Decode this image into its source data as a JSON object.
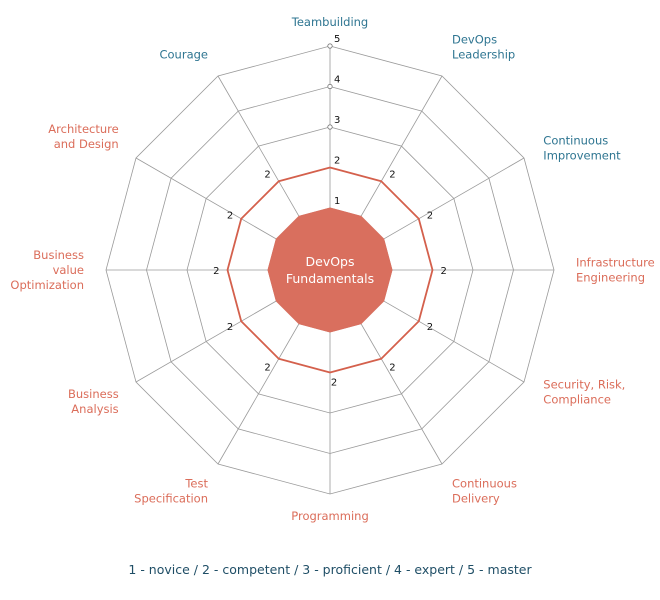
{
  "chart_data": {
    "type": "radar",
    "scale_min": 1,
    "scale_max": 5,
    "tick_labels": [
      "1",
      "2",
      "3",
      "4",
      "5"
    ],
    "grid": true,
    "center_label": [
      "DevOps",
      "Fundamentals"
    ],
    "axes": [
      {
        "label": [
          "Teambuilding"
        ],
        "value": 2,
        "group": "blue"
      },
      {
        "label": [
          "DevOps",
          "Leadership"
        ],
        "value": 2,
        "group": "blue"
      },
      {
        "label": [
          "Continuous",
          "Improvement"
        ],
        "value": 2,
        "group": "blue"
      },
      {
        "label": [
          "Infrastructure",
          "Engineering"
        ],
        "value": 2,
        "group": "red"
      },
      {
        "label": [
          "Security, Risk,",
          "Compliance"
        ],
        "value": 2,
        "group": "red"
      },
      {
        "label": [
          "Continuous",
          "Delivery"
        ],
        "value": 2,
        "group": "red"
      },
      {
        "label": [
          "Programming"
        ],
        "value": 2,
        "group": "red"
      },
      {
        "label": [
          "Test",
          "Specification"
        ],
        "value": 2,
        "group": "red"
      },
      {
        "label": [
          "Business",
          "Analysis"
        ],
        "value": 2,
        "group": "red"
      },
      {
        "label": [
          "Business",
          "value",
          "Optimization"
        ],
        "value": 2,
        "group": "red"
      },
      {
        "label": [
          "Architecture",
          "and Design"
        ],
        "value": 2,
        "group": "red"
      },
      {
        "label": [
          "Courage"
        ],
        "value": 2,
        "group": "blue"
      }
    ]
  },
  "colors": {
    "blue": "#2e7591",
    "red": "#db6d5a",
    "fill": "#d96f5e",
    "line": "#d4604c",
    "grid": "#9a9a9a",
    "legend": "#1f4e66"
  },
  "legend": {
    "text": "1 - novice  /  2 - competent  /  3 - proficient  /  4 - expert  /  5 - master"
  }
}
